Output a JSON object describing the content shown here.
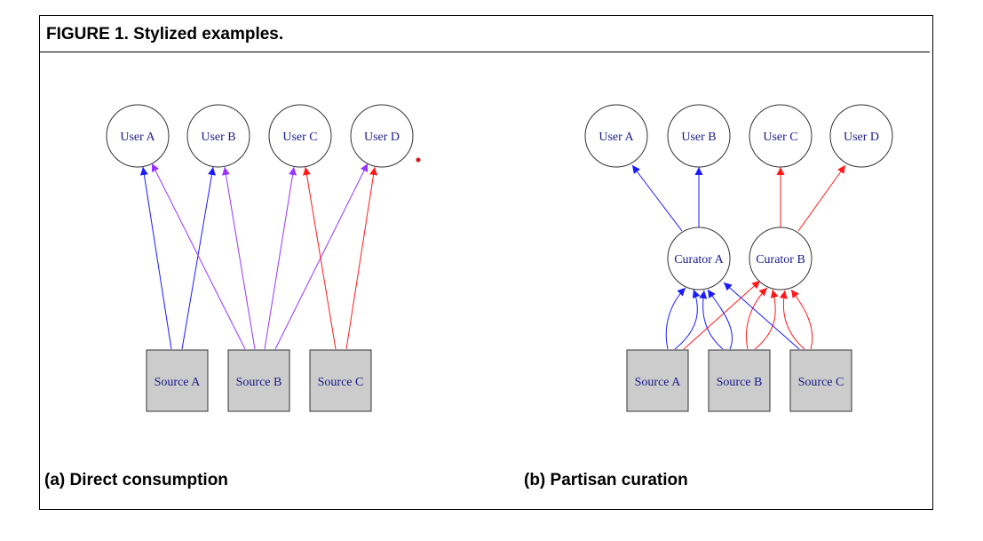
{
  "figure": {
    "title": "FIGURE 1. Stylized examples."
  },
  "colors": {
    "blue": "#1a1aff",
    "purple": "#9933ff",
    "red": "#ff1a1a",
    "node_text": "#1a1a8c",
    "source_fill": "#cccccc"
  },
  "panels": [
    {
      "caption": "(a) Direct consumption",
      "users": [
        "User A",
        "User B",
        "User C",
        "User D"
      ],
      "sources": [
        "Source A",
        "Source B",
        "Source C"
      ],
      "edges": [
        {
          "from": "Source A",
          "to": "User A",
          "color": "blue"
        },
        {
          "from": "Source A",
          "to": "User B",
          "color": "blue"
        },
        {
          "from": "Source B",
          "to": "User A",
          "color": "purple"
        },
        {
          "from": "Source B",
          "to": "User B",
          "color": "purple"
        },
        {
          "from": "Source B",
          "to": "User C",
          "color": "purple"
        },
        {
          "from": "Source B",
          "to": "User D",
          "color": "purple"
        },
        {
          "from": "Source C",
          "to": "User C",
          "color": "red"
        },
        {
          "from": "Source C",
          "to": "User D",
          "color": "red"
        }
      ]
    },
    {
      "caption": "(b) Partisan curation",
      "users": [
        "User A",
        "User B",
        "User C",
        "User D"
      ],
      "curators": [
        "Curator A",
        "Curator B"
      ],
      "sources": [
        "Source A",
        "Source B",
        "Source C"
      ],
      "edges": [
        {
          "from": "Curator A",
          "to": "User A",
          "color": "blue"
        },
        {
          "from": "Curator A",
          "to": "User B",
          "color": "blue"
        },
        {
          "from": "Curator B",
          "to": "User C",
          "color": "red"
        },
        {
          "from": "Curator B",
          "to": "User D",
          "color": "red"
        },
        {
          "from": "Source A",
          "to": "Curator A",
          "color": "blue"
        },
        {
          "from": "Source A",
          "to": "Curator A",
          "color": "blue"
        },
        {
          "from": "Source A",
          "to": "Curator B",
          "color": "red"
        },
        {
          "from": "Source B",
          "to": "Curator A",
          "color": "blue"
        },
        {
          "from": "Source B",
          "to": "Curator A",
          "color": "blue"
        },
        {
          "from": "Source B",
          "to": "Curator B",
          "color": "red"
        },
        {
          "from": "Source B",
          "to": "Curator B",
          "color": "red"
        },
        {
          "from": "Source C",
          "to": "Curator A",
          "color": "blue"
        },
        {
          "from": "Source C",
          "to": "Curator B",
          "color": "red"
        },
        {
          "from": "Source C",
          "to": "Curator B",
          "color": "red"
        }
      ]
    }
  ]
}
